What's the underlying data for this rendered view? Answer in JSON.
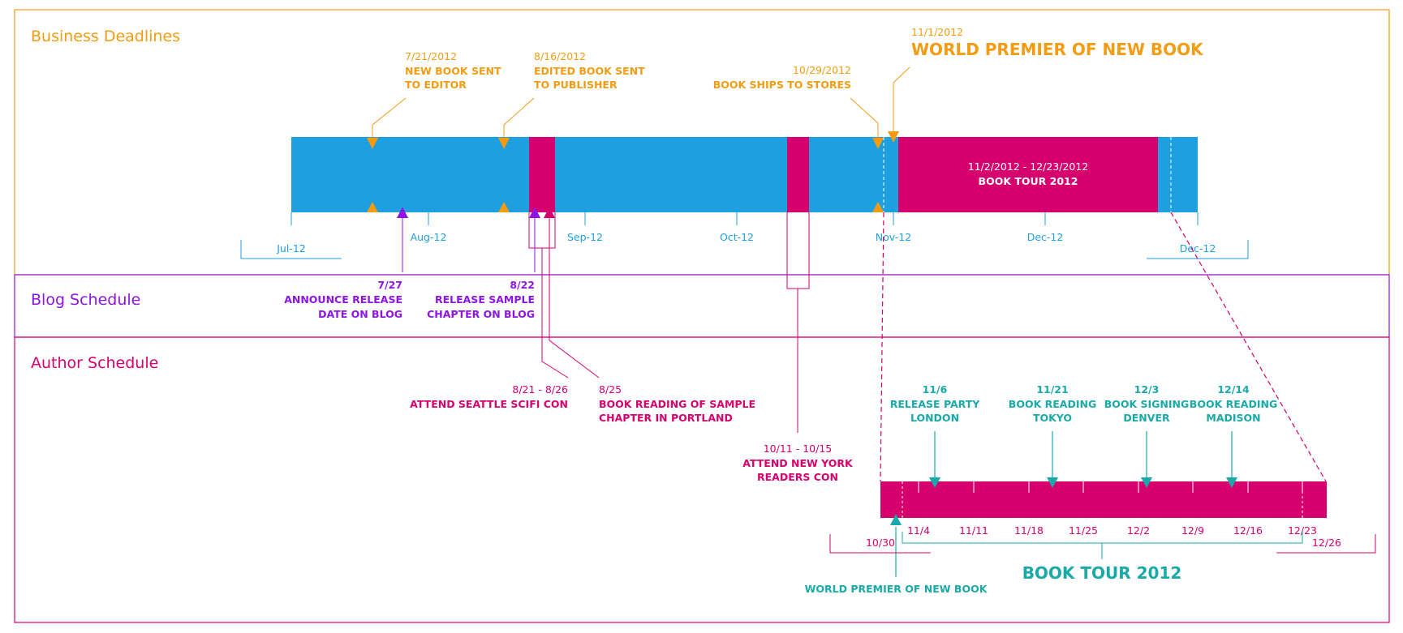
{
  "colors": {
    "orange": "#F39C12",
    "purple": "#8E14E4",
    "magenta": "#D5006D",
    "blue": "#1E9FE0",
    "teal": "#19A9A9"
  },
  "sections": {
    "business": "Business Deadlines",
    "blog": "Blog Schedule",
    "author": "Author Schedule"
  },
  "main_axis": {
    "ticks": [
      "Jul-12",
      "Aug-12",
      "Sep-12",
      "Oct-12",
      "Nov-12",
      "Dec-12",
      "Dec-12"
    ]
  },
  "business_milestones": [
    {
      "date": "7/21/2012",
      "line1": "NEW BOOK SENT",
      "line2": "TO EDITOR"
    },
    {
      "date": "8/16/2012",
      "line1": "EDITED BOOK SENT",
      "line2": "TO PUBLISHER"
    },
    {
      "date": "10/29/2012",
      "line1": "BOOK SHIPS TO STORES"
    },
    {
      "date": "11/1/2012",
      "line1": "WORLD PREMIER OF NEW BOOK"
    }
  ],
  "book_tour_span": {
    "dates": "11/2/2012 - 12/23/2012",
    "label": "BOOK TOUR 2012"
  },
  "blog_milestones": [
    {
      "date": "7/27",
      "line1": "ANNOUNCE RELEASE",
      "line2": "DATE ON BLOG"
    },
    {
      "date": "8/22",
      "line1": "RELEASE SAMPLE",
      "line2": "CHAPTER ON BLOG"
    }
  ],
  "author_events": [
    {
      "date": "8/21 - 8/26",
      "line1": "ATTEND SEATTLE SCIFI CON"
    },
    {
      "date": "8/25",
      "line1": "BOOK READING OF SAMPLE",
      "line2": "CHAPTER IN PORTLAND"
    },
    {
      "date": "10/11 - 10/15",
      "line1": "ATTEND NEW YORK",
      "line2": "READERS CON"
    }
  ],
  "tour_events": [
    {
      "date": "11/6",
      "line1": "RELEASE PARTY",
      "line2": "LONDON"
    },
    {
      "date": "11/21",
      "line1": "BOOK READING",
      "line2": "TOKYO"
    },
    {
      "date": "12/3",
      "line1": "BOOK SIGNING",
      "line2": "DENVER"
    },
    {
      "date": "12/14",
      "line1": "BOOK READING",
      "line2": "MADISON"
    }
  ],
  "tour_axis": {
    "ticks": [
      "11/4",
      "11/11",
      "11/18",
      "11/25",
      "12/2",
      "12/9",
      "12/16",
      "12/23"
    ],
    "start": "10/30",
    "end": "12/26",
    "title": "BOOK TOUR 2012",
    "premier": "WORLD PREMIER OF NEW BOOK"
  }
}
